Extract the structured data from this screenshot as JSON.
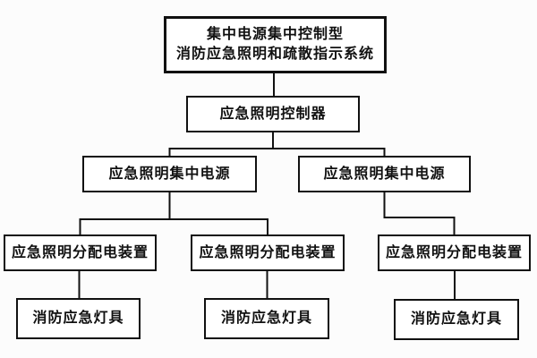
{
  "diagram": {
    "type": "hierarchy",
    "nodes": {
      "system": {
        "line1": "集中电源集中控制型",
        "line2": "消防应急照明和疏散指示系统"
      },
      "controller": {
        "label": "应急照明控制器"
      },
      "central_power_left": {
        "label": "应急照明集中电源"
      },
      "central_power_right": {
        "label": "应急照明集中电源"
      },
      "distribution_left": {
        "label": "应急照明分配电装置"
      },
      "distribution_middle": {
        "label": "应急照明分配电装置"
      },
      "distribution_right": {
        "label": "应急照明分配电装置"
      },
      "lamps_left": {
        "label": "消防应急灯具"
      },
      "lamps_middle": {
        "label": "消防应急灯具"
      },
      "lamps_right": {
        "label": "消防应急灯具"
      }
    },
    "edges": [
      {
        "from": "system",
        "to": "controller"
      },
      {
        "from": "controller",
        "to": "central_power_left"
      },
      {
        "from": "controller",
        "to": "central_power_right"
      },
      {
        "from": "central_power_left",
        "to": "distribution_left"
      },
      {
        "from": "central_power_left",
        "to": "distribution_middle"
      },
      {
        "from": "central_power_right",
        "to": "distribution_right"
      },
      {
        "from": "distribution_left",
        "to": "lamps_left"
      },
      {
        "from": "distribution_middle",
        "to": "lamps_middle"
      },
      {
        "from": "distribution_right",
        "to": "lamps_right"
      }
    ],
    "colors": {
      "line": "#111111",
      "box_border": "#111111",
      "box_fill": "#ffffff",
      "text": "#111111",
      "background": "#fcfcfc"
    }
  }
}
